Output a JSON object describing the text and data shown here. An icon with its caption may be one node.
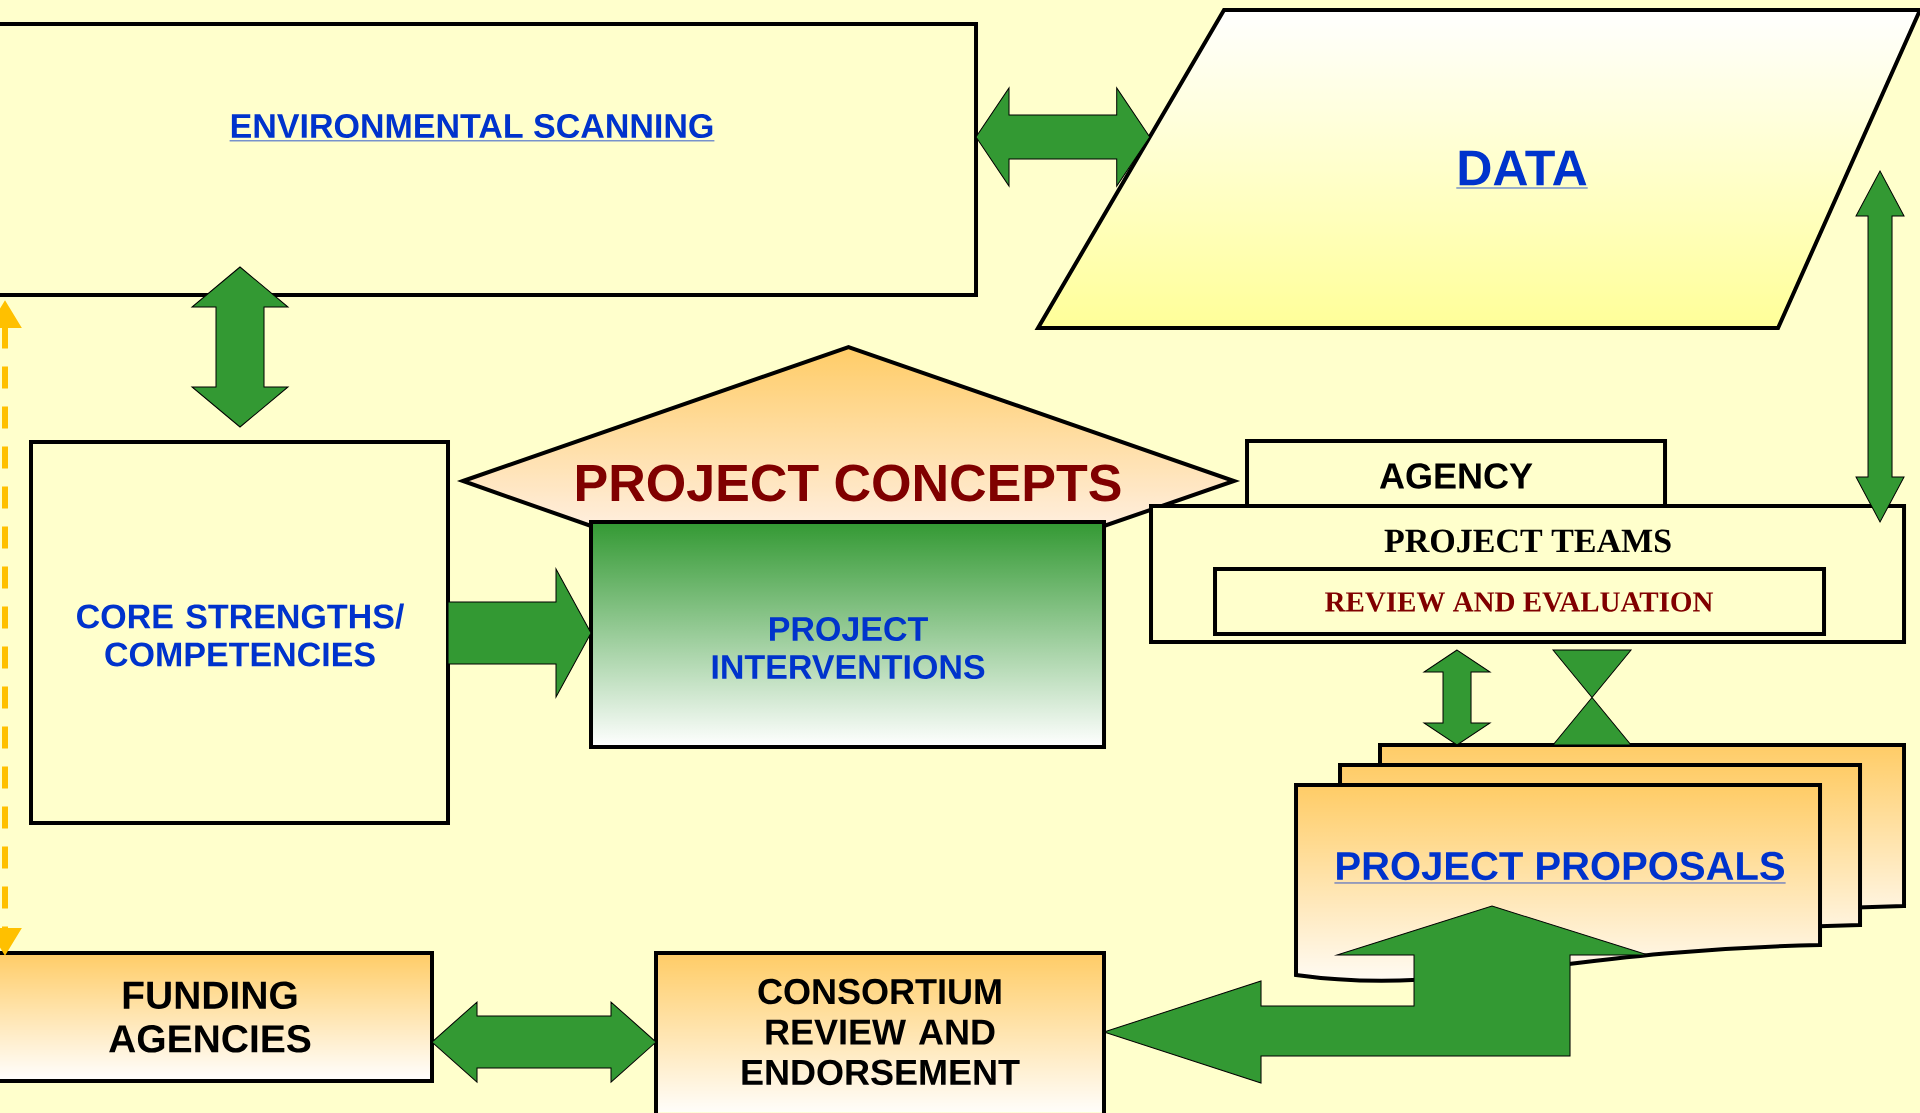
{
  "diagram": {
    "nodes": [
      {
        "text": [
          "ENVIRONMENTAL SCANNING"
        ]
      },
      {
        "text": [
          "DATA"
        ]
      },
      {
        "text": [
          "CORE STRENGTHS/ COMPETENCIES"
        ]
      },
      {
        "text": [
          "PROJECT CONCEPTS"
        ]
      },
      {
        "text": [
          "PROJECT INTERVENTIONS"
        ]
      },
      {
        "text": [
          "AGENCY"
        ]
      },
      {
        "text": [
          "PROJECT TEAMS"
        ]
      },
      {
        "text": [
          "REVIEW AND EVALUATION"
        ],
        "in": 6
      },
      {
        "text": [
          "PROJECT PROPOSALS"
        ]
      },
      {
        "text": [
          "FUNDING AGENCIES"
        ]
      },
      {
        "text": [
          "CONSORTIUM REVIEW AND ENDORSEMENT"
        ]
      }
    ],
    "edges": [
      {
        "from": 0,
        "to": 1,
        "arrow": "both"
      },
      {
        "from": 0,
        "to": 2,
        "arrow": "both"
      },
      {
        "from": 2,
        "to": 4,
        "arrow": "to"
      },
      {
        "from": 1,
        "to": 6,
        "arrow": "both"
      },
      {
        "from": 6,
        "to": 8,
        "arrow": "both"
      },
      {
        "from": 6,
        "to": 8,
        "arrow": "other"
      },
      {
        "from": 9,
        "to": 10,
        "arrow": "both"
      },
      {
        "from": 10,
        "to": 8,
        "arrow": "both"
      },
      {
        "from": 0,
        "to": 9,
        "arrow": "both",
        "style": "dashed",
        "color": "#ffc000"
      }
    ]
  }
}
